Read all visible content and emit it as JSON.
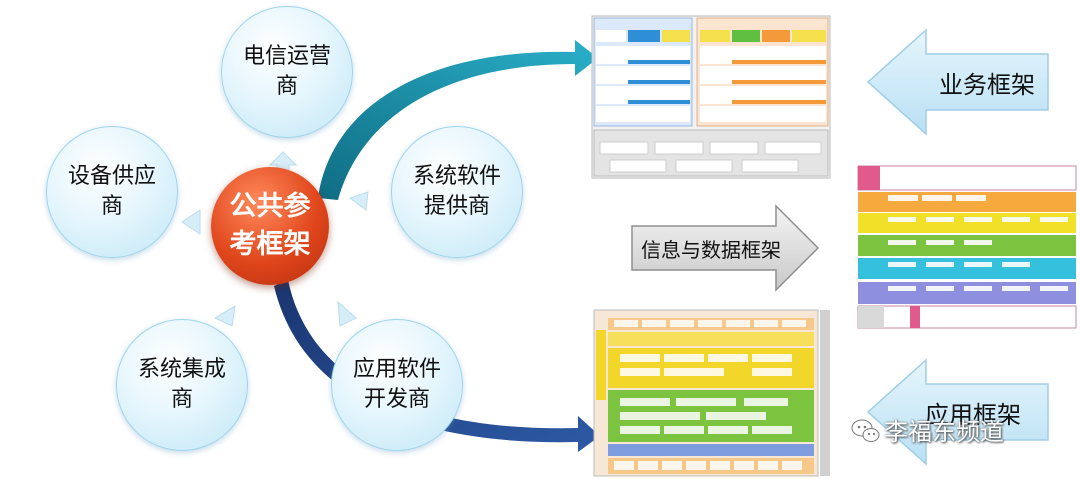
{
  "center": {
    "label": "公共参考框架"
  },
  "satellites": [
    {
      "id": "telecom",
      "label": "电信运营商"
    },
    {
      "id": "software",
      "label": "系统软件提供商"
    },
    {
      "id": "appdev",
      "label": "应用软件开发商"
    },
    {
      "id": "integrator",
      "label": "系统集成商"
    },
    {
      "id": "equipment",
      "label": "设备供应商"
    }
  ],
  "frameworks": {
    "business": "业务框架",
    "info": "信息与数据框架",
    "application": "应用框架"
  },
  "watermark": {
    "text": "李福东频道",
    "icon": "wechat-icon"
  },
  "colors": {
    "center_red": "#e0461c",
    "circle_blue": "#bfe6f6",
    "arrow_teal": "#1a8fa8",
    "arrow_navy": "#1d3f7a",
    "block_arrow_blue": "#c9e8f8",
    "block_arrow_gray": "#d9d9d9"
  }
}
